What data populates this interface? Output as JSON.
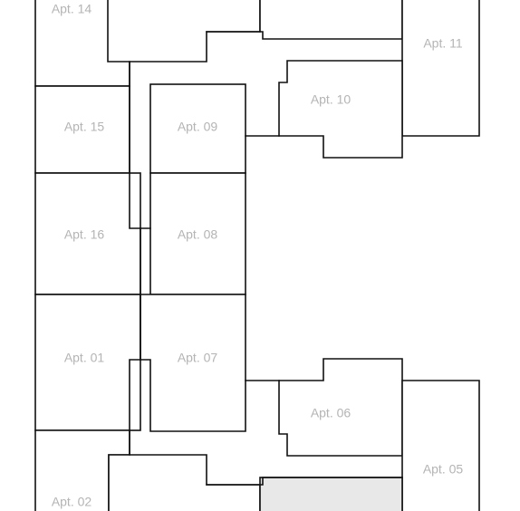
{
  "floor_plan": {
    "units": [
      {
        "id": "apt14",
        "label": "Apt. 14"
      },
      {
        "id": "apt13",
        "label": ""
      },
      {
        "id": "apt12",
        "label": ""
      },
      {
        "id": "apt11",
        "label": "Apt. 11"
      },
      {
        "id": "apt15",
        "label": "Apt. 15"
      },
      {
        "id": "apt09",
        "label": "Apt. 09"
      },
      {
        "id": "apt10",
        "label": "Apt. 10"
      },
      {
        "id": "apt16",
        "label": "Apt. 16"
      },
      {
        "id": "apt08",
        "label": "Apt. 08"
      },
      {
        "id": "apt01",
        "label": "Apt. 01"
      },
      {
        "id": "apt07",
        "label": "Apt. 07"
      },
      {
        "id": "apt06",
        "label": "Apt. 06"
      },
      {
        "id": "apt05",
        "label": "Apt. 05"
      },
      {
        "id": "apt02",
        "label": "Apt. 02"
      }
    ],
    "colors": {
      "walls": "#111111",
      "labels": "#b4b4b4",
      "highlight": "#e8e8e8",
      "background": "#ffffff"
    }
  }
}
